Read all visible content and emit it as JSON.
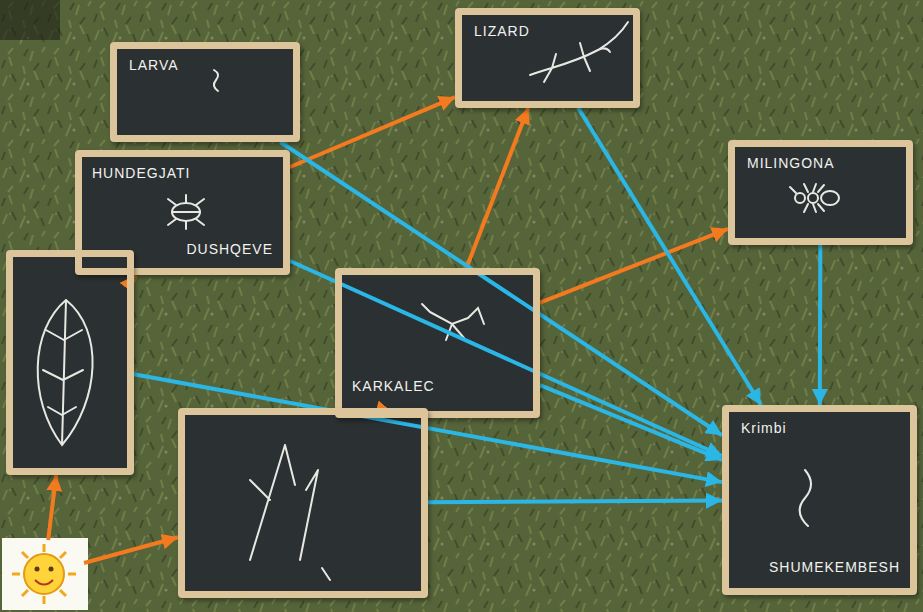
{
  "diagram": {
    "nodes": [
      {
        "text": [
          "LARVA"
        ]
      },
      {
        "text": [
          "LIZARD"
        ]
      },
      {
        "text": [
          "HUNDEGJATI",
          "DUSHQEVE"
        ]
      },
      {
        "text": [
          "MILINGONA"
        ]
      },
      {
        "text": []
      },
      {
        "text": [
          "KARKALEC"
        ]
      },
      {
        "text": []
      },
      {
        "text": [
          "Krimbi",
          "SHUMEKEMBESH"
        ]
      },
      {
        "text": []
      }
    ],
    "edges": [
      {
        "from": 8,
        "to": 4,
        "arrow": "to"
      },
      {
        "from": 8,
        "to": 6,
        "arrow": "to"
      },
      {
        "from": 4,
        "to": 2,
        "arrow": "to"
      },
      {
        "from": 6,
        "to": 5,
        "arrow": "to"
      },
      {
        "from": 2,
        "to": 1,
        "arrow": "to"
      },
      {
        "from": 5,
        "to": 1,
        "arrow": "to"
      },
      {
        "from": 5,
        "to": 3,
        "arrow": "to"
      },
      {
        "from": 0,
        "to": 7,
        "arrow": "to"
      },
      {
        "from": 2,
        "to": 7,
        "arrow": "to"
      },
      {
        "from": 1,
        "to": 7,
        "arrow": "to"
      },
      {
        "from": 3,
        "to": 7,
        "arrow": "to"
      },
      {
        "from": 5,
        "to": 7,
        "arrow": "to"
      },
      {
        "from": 4,
        "to": 7,
        "arrow": "to"
      },
      {
        "from": 6,
        "to": 7,
        "arrow": "to"
      }
    ]
  }
}
